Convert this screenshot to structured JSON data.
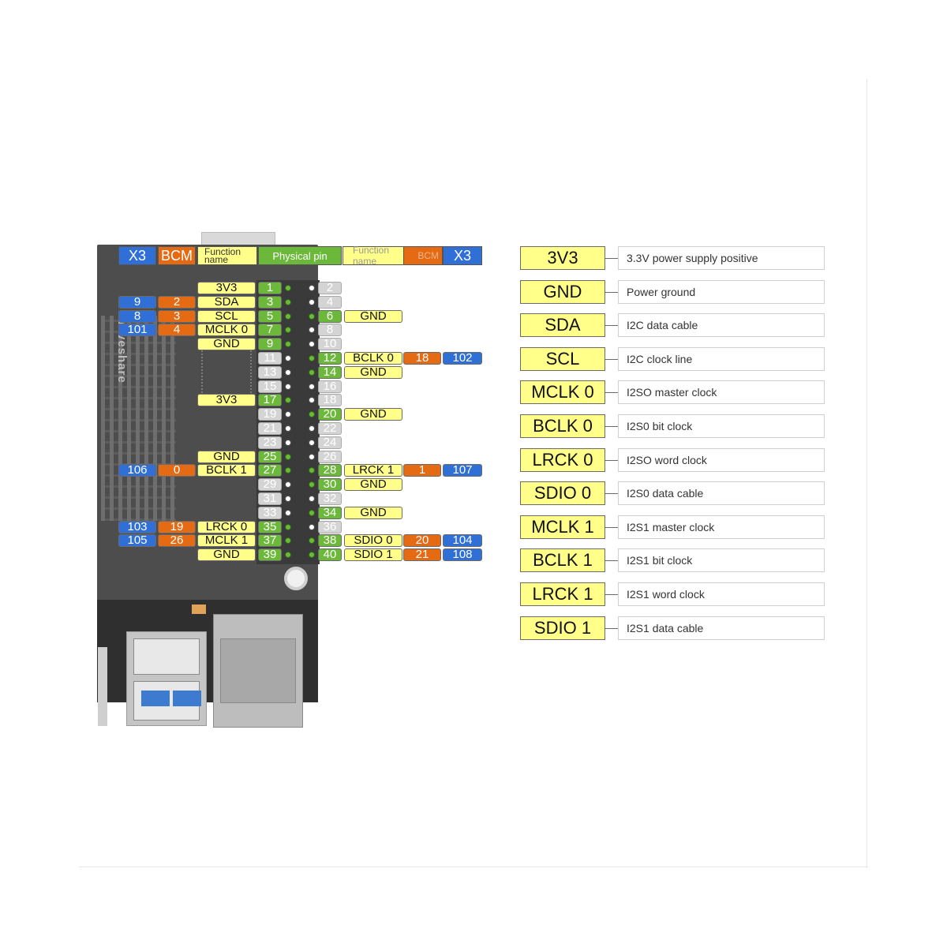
{
  "header": {
    "x3_left": "X3",
    "bcm_left": "BCM",
    "function_name_left": "Function\nname",
    "physical_pin": "Physical pin",
    "function_name_right": "Function name",
    "bcm_right": "BCM",
    "x3_right": "X3"
  },
  "board": {
    "brand_text": "waveshare"
  },
  "colors": {
    "x3": "#2f6fd6",
    "bcm": "#e46a14",
    "function": "#ffff8a",
    "pin": "#6cb83a",
    "unused": "#d4d4d4"
  },
  "pins": [
    {
      "row": 0,
      "odd": {
        "pin": "1",
        "fn": "3V3",
        "bcm": "",
        "x3": ""
      },
      "even": {
        "pin": "2",
        "fn": "",
        "bcm": "",
        "x3": ""
      }
    },
    {
      "row": 1,
      "odd": {
        "pin": "3",
        "fn": "SDA",
        "bcm": "2",
        "x3": "9"
      },
      "even": {
        "pin": "4",
        "fn": "",
        "bcm": "",
        "x3": ""
      }
    },
    {
      "row": 2,
      "odd": {
        "pin": "5",
        "fn": "SCL",
        "bcm": "3",
        "x3": "8"
      },
      "even": {
        "pin": "6",
        "fn": "GND",
        "bcm": "",
        "x3": ""
      }
    },
    {
      "row": 3,
      "odd": {
        "pin": "7",
        "fn": "MCLK 0",
        "bcm": "4",
        "x3": "101"
      },
      "even": {
        "pin": "8",
        "fn": "",
        "bcm": "",
        "x3": ""
      }
    },
    {
      "row": 4,
      "odd": {
        "pin": "9",
        "fn": "GND",
        "bcm": "",
        "x3": ""
      },
      "even": {
        "pin": "10",
        "fn": "",
        "bcm": "",
        "x3": ""
      }
    },
    {
      "row": 5,
      "odd": {
        "pin": "11",
        "fn": "",
        "bcm": "",
        "x3": ""
      },
      "even": {
        "pin": "12",
        "fn": "BCLK 0",
        "bcm": "18",
        "x3": "102"
      }
    },
    {
      "row": 6,
      "odd": {
        "pin": "13",
        "fn": "",
        "bcm": "",
        "x3": ""
      },
      "even": {
        "pin": "14",
        "fn": "GND",
        "bcm": "",
        "x3": ""
      }
    },
    {
      "row": 7,
      "odd": {
        "pin": "15",
        "fn": "",
        "bcm": "",
        "x3": ""
      },
      "even": {
        "pin": "16",
        "fn": "",
        "bcm": "",
        "x3": ""
      }
    },
    {
      "row": 8,
      "odd": {
        "pin": "17",
        "fn": "3V3",
        "bcm": "",
        "x3": ""
      },
      "even": {
        "pin": "18",
        "fn": "",
        "bcm": "",
        "x3": ""
      }
    },
    {
      "row": 9,
      "odd": {
        "pin": "19",
        "fn": "",
        "bcm": "",
        "x3": ""
      },
      "even": {
        "pin": "20",
        "fn": "GND",
        "bcm": "",
        "x3": ""
      }
    },
    {
      "row": 10,
      "odd": {
        "pin": "21",
        "fn": "",
        "bcm": "",
        "x3": ""
      },
      "even": {
        "pin": "22",
        "fn": "",
        "bcm": "",
        "x3": ""
      }
    },
    {
      "row": 11,
      "odd": {
        "pin": "23",
        "fn": "",
        "bcm": "",
        "x3": ""
      },
      "even": {
        "pin": "24",
        "fn": "",
        "bcm": "",
        "x3": ""
      }
    },
    {
      "row": 12,
      "odd": {
        "pin": "25",
        "fn": "GND",
        "bcm": "",
        "x3": ""
      },
      "even": {
        "pin": "26",
        "fn": "",
        "bcm": "",
        "x3": ""
      }
    },
    {
      "row": 13,
      "odd": {
        "pin": "27",
        "fn": "BCLK 1",
        "bcm": "0",
        "x3": "106"
      },
      "even": {
        "pin": "28",
        "fn": "LRCK 1",
        "bcm": "1",
        "x3": "107"
      }
    },
    {
      "row": 14,
      "odd": {
        "pin": "29",
        "fn": "",
        "bcm": "",
        "x3": ""
      },
      "even": {
        "pin": "30",
        "fn": "GND",
        "bcm": "",
        "x3": ""
      }
    },
    {
      "row": 15,
      "odd": {
        "pin": "31",
        "fn": "",
        "bcm": "",
        "x3": ""
      },
      "even": {
        "pin": "32",
        "fn": "",
        "bcm": "",
        "x3": ""
      }
    },
    {
      "row": 16,
      "odd": {
        "pin": "33",
        "fn": "",
        "bcm": "",
        "x3": ""
      },
      "even": {
        "pin": "34",
        "fn": "GND",
        "bcm": "",
        "x3": ""
      }
    },
    {
      "row": 17,
      "odd": {
        "pin": "35",
        "fn": "LRCK 0",
        "bcm": "19",
        "x3": "103"
      },
      "even": {
        "pin": "36",
        "fn": "",
        "bcm": "",
        "x3": ""
      }
    },
    {
      "row": 18,
      "odd": {
        "pin": "37",
        "fn": "MCLK 1",
        "bcm": "26",
        "x3": "105"
      },
      "even": {
        "pin": "38",
        "fn": "SDIO 0",
        "bcm": "20",
        "x3": "104"
      }
    },
    {
      "row": 19,
      "odd": {
        "pin": "39",
        "fn": "GND",
        "bcm": "",
        "x3": ""
      },
      "even": {
        "pin": "40",
        "fn": "SDIO 1",
        "bcm": "21",
        "x3": "108"
      }
    }
  ],
  "legend": [
    {
      "name": "3V3",
      "desc": "3.3V power supply positive"
    },
    {
      "name": "GND",
      "desc": "Power ground"
    },
    {
      "name": "SDA",
      "desc": "I2C data cable"
    },
    {
      "name": "SCL",
      "desc": "I2C clock line"
    },
    {
      "name": "MCLK 0",
      "desc": "I2SO master clock"
    },
    {
      "name": "BCLK 0",
      "desc": "I2S0 bit clock"
    },
    {
      "name": "LRCK 0",
      "desc": "I2SO word clock"
    },
    {
      "name": "SDIO 0",
      "desc": "I2S0 data cable"
    },
    {
      "name": "MCLK 1",
      "desc": "I2S1 master clock"
    },
    {
      "name": "BCLK 1",
      "desc": "I2S1 bit clock"
    },
    {
      "name": "LRCK 1",
      "desc": "I2S1 word clock"
    },
    {
      "name": "SDIO 1",
      "desc": "I2S1 data cable"
    }
  ]
}
